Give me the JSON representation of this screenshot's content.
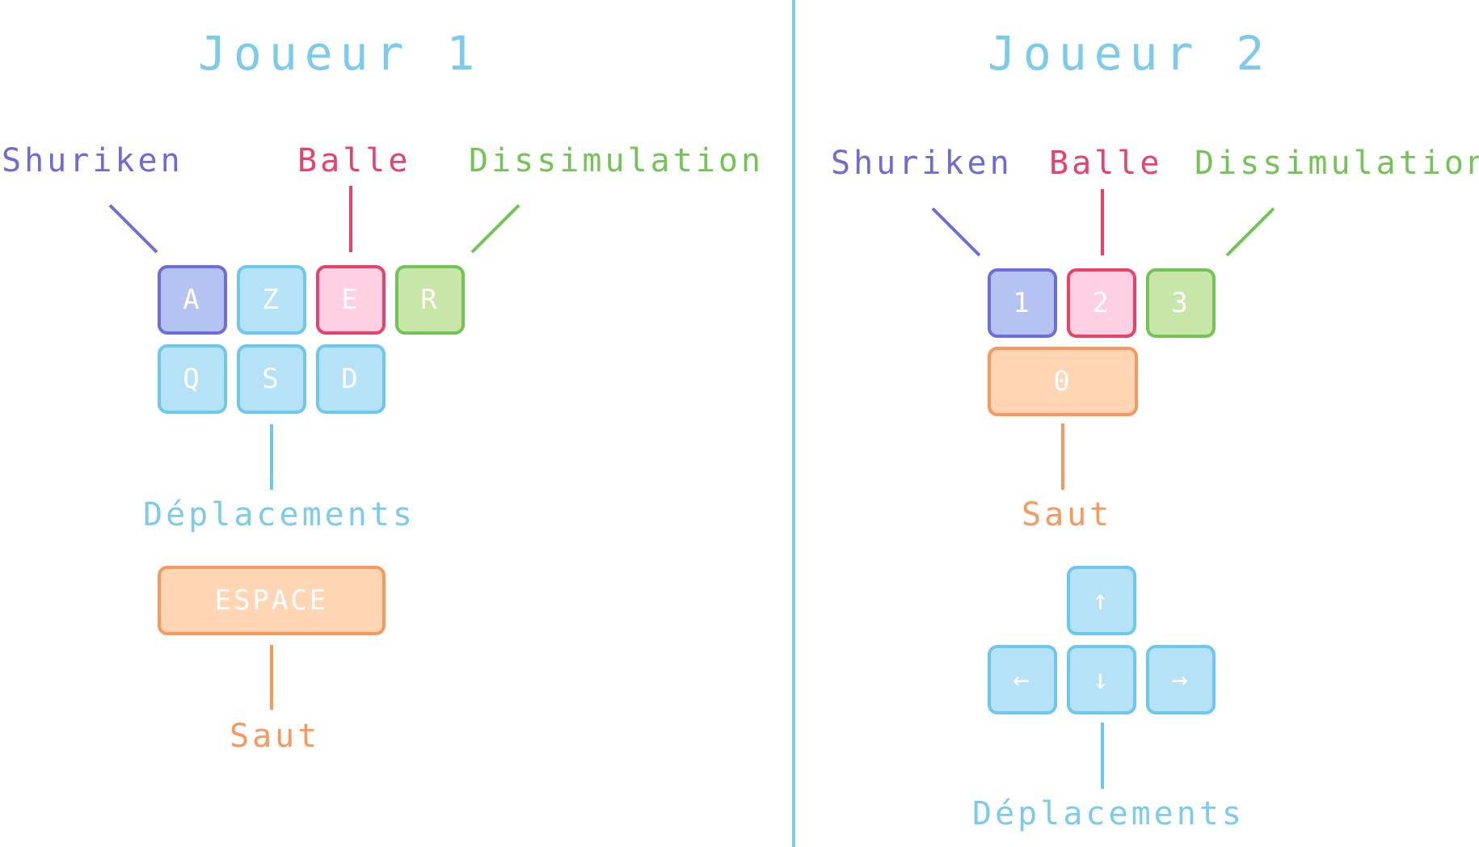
{
  "divider_color": "#7ccbec",
  "colors": {
    "shuriken": "#6c6edc",
    "balle": "#e8416a",
    "dissimulation": "#72c455",
    "deplacements": "#6ec8ec",
    "saut": "#f7985f"
  },
  "player1": {
    "title": "Joueur 1",
    "labels": {
      "shuriken": "Shuriken",
      "balle": "Balle",
      "dissimulation": "Dissimulation",
      "deplacements": "Déplacements",
      "saut": "Saut"
    },
    "keys": {
      "a": "A",
      "z": "Z",
      "e": "E",
      "r": "R",
      "q": "Q",
      "s": "S",
      "d": "D",
      "space": "ESPACE"
    }
  },
  "player2": {
    "title": "Joueur 2",
    "labels": {
      "shuriken": "Shuriken",
      "balle": "Balle",
      "dissimulation": "Dissimulation",
      "saut": "Saut",
      "deplacements": "Déplacements"
    },
    "keys": {
      "one": "1",
      "two": "2",
      "three": "3",
      "zero": "0",
      "up": "↑",
      "left": "←",
      "down": "↓",
      "right": "→"
    }
  }
}
